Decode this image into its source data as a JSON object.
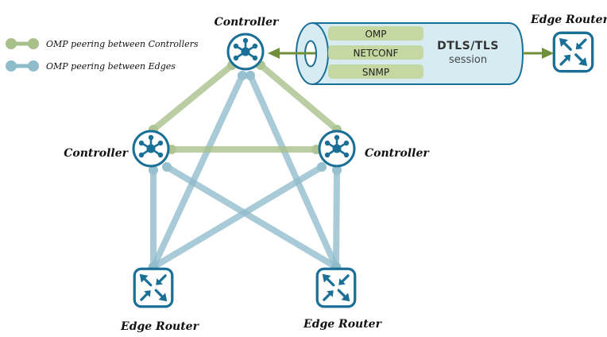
{
  "colors": {
    "controller_link": "#a8c08a",
    "edge_link": "#8fbccb",
    "icon": "#1a6f96",
    "arrow": "#6f8f3a",
    "tube_fill": "#d6ebf2",
    "tube_stroke": "#1a6f96",
    "pill_fill": "#c5d8a2"
  },
  "legend": {
    "items": [
      {
        "label": "OMP peering between Controllers",
        "kind": "controller"
      },
      {
        "label": "OMP peering between Edges",
        "kind": "edge"
      }
    ]
  },
  "nodes": {
    "controller_top": {
      "label": "Controller",
      "type": "controller"
    },
    "controller_left": {
      "label": "Controller",
      "type": "controller"
    },
    "controller_right": {
      "label": "Controller",
      "type": "controller"
    },
    "edge_bottom_left": {
      "label": "Edge Router",
      "type": "edge-router"
    },
    "edge_bottom_right": {
      "label": "Edge Router",
      "type": "edge-router"
    },
    "edge_top_right": {
      "label": "Edge Router",
      "type": "edge-router"
    }
  },
  "links": [
    {
      "from": "controller_top",
      "to": "controller_left",
      "kind": "controller"
    },
    {
      "from": "controller_top",
      "to": "controller_right",
      "kind": "controller"
    },
    {
      "from": "controller_left",
      "to": "controller_right",
      "kind": "controller"
    },
    {
      "from": "controller_top",
      "to": "edge_bottom_left",
      "kind": "edge"
    },
    {
      "from": "controller_top",
      "to": "edge_bottom_right",
      "kind": "edge"
    },
    {
      "from": "controller_left",
      "to": "edge_bottom_left",
      "kind": "edge"
    },
    {
      "from": "controller_left",
      "to": "edge_bottom_right",
      "kind": "edge"
    },
    {
      "from": "controller_right",
      "to": "edge_bottom_left",
      "kind": "edge"
    },
    {
      "from": "controller_right",
      "to": "edge_bottom_right",
      "kind": "edge"
    }
  ],
  "tunnel": {
    "title": "DTLS/TLS",
    "subtitle": "session",
    "protocols": [
      "OMP",
      "NETCONF",
      "SNMP"
    ]
  }
}
